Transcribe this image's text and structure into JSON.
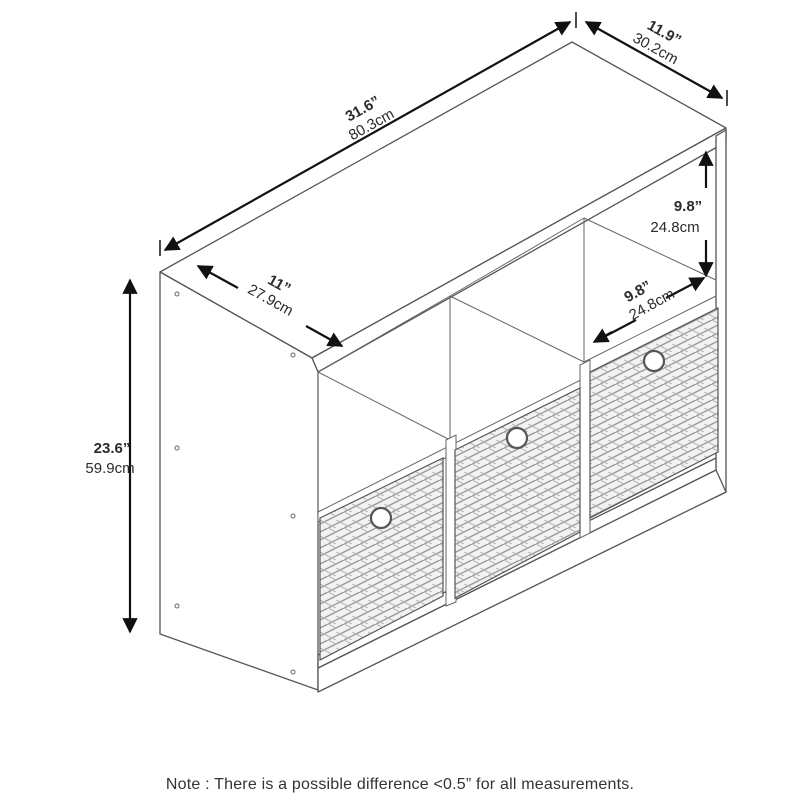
{
  "dimensions": {
    "width": {
      "inches": "31.6”",
      "cm": "80.3cm"
    },
    "depth": {
      "inches": "11.9”",
      "cm": "30.2cm"
    },
    "height": {
      "inches": "23.6”",
      "cm": "59.9cm"
    },
    "inner_depth": {
      "inches": "11”",
      "cm": "27.9cm"
    },
    "cube_height": {
      "inches": "9.8”",
      "cm": "24.8cm"
    },
    "cube_width": {
      "inches": "9.8”",
      "cm": "24.8cm"
    }
  },
  "note": "Note : There is a possible difference <0.5” for all measurements."
}
